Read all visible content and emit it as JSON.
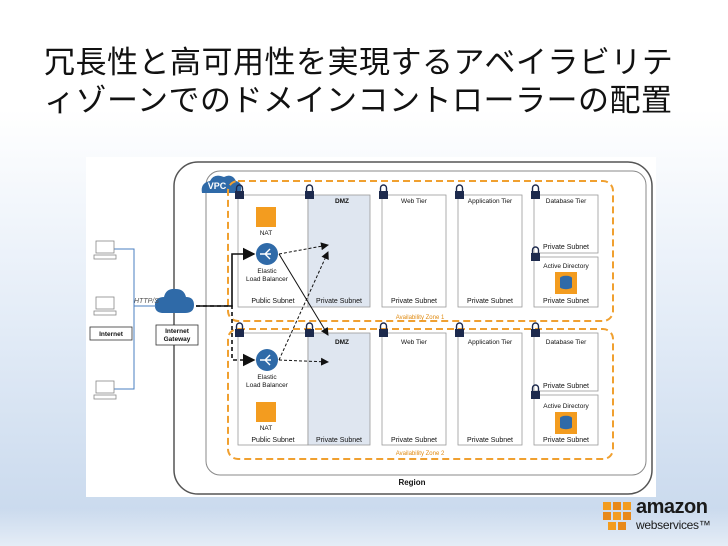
{
  "slide": {
    "title": "冗長性と高可用性を実現するアベイラビリティゾーンでのドメインコントローラーの配置"
  },
  "diagram": {
    "vpc_label": "VPC",
    "region_label": "Region",
    "internet_label": "Internet",
    "gateway_label_line1": "Internet",
    "gateway_label_line2": "Gateway",
    "https_label": "HTTP/S",
    "zones": [
      {
        "name": "Availability Zone 1",
        "nat_label": "NAT",
        "elb_line1": "Elastic",
        "elb_line2": "Load Balancer",
        "tiers": [
          "DMZ",
          "Web Tier",
          "Application Tier",
          "Database Tier"
        ],
        "subnets": [
          "Public Subnet",
          "Private Subnet",
          "Private Subnet",
          "Private Subnet",
          "Private Subnet",
          "Private Subnet"
        ],
        "active_directory": "Active Directory"
      },
      {
        "name": "Availability Zone 2",
        "nat_label": "NAT",
        "elb_line1": "Elastic",
        "elb_line2": "Load Balancer",
        "tiers": [
          "DMZ",
          "Web Tier",
          "Application Tier",
          "Database Tier"
        ],
        "subnets": [
          "Public Subnet",
          "Private Subnet",
          "Private Subnet",
          "Private Subnet",
          "Private Subnet",
          "Private Subnet"
        ],
        "active_directory": "Active Directory"
      }
    ]
  },
  "brand": {
    "word": "amazon",
    "sub": "webservices™",
    "accent": "#f39c1f"
  }
}
